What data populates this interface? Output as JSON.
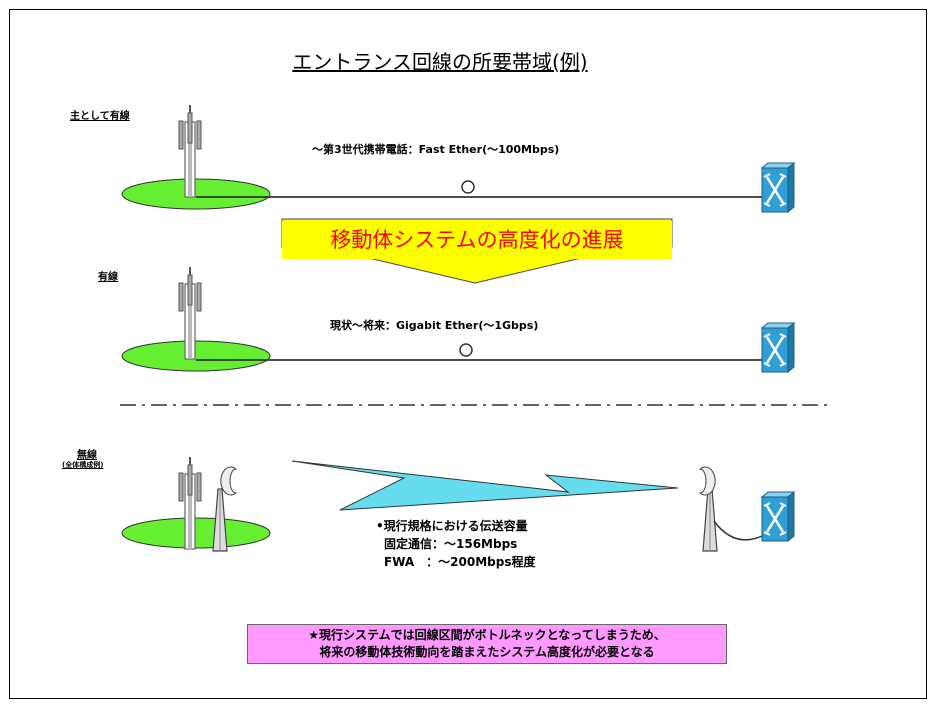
{
  "title": "エントランス回線の所要帯域(例)",
  "sections": {
    "wired_mainly": {
      "label": "主として有線",
      "link_text": "～第3世代携帯電話：Fast Ether(～100Mbps)"
    },
    "evolution_arrow": "移動体システムの高度化の進展",
    "wired": {
      "label": "有線",
      "link_text": "現状～将来：Gigabit Ether(～1Gbps)"
    },
    "wireless": {
      "label": "無線",
      "sublabel": "(全体構成例)",
      "capacity_title": "•現行規格における伝送容量",
      "capacity_lines": [
        "固定通信：～156Mbps",
        "FWA　：～200Mbps程度"
      ]
    }
  },
  "note_lines": [
    "★現行システムでは回線区間がボトルネックとなってしまうため、",
    "将来の移動体技術動向を踏まえたシステム高度化が必要となる"
  ],
  "colors": {
    "coverage_ellipse": "#66ee33",
    "switch_fill": "#33aadd",
    "lightning": "#66ddee",
    "arrow_fill": "#ffff00",
    "arrow_text": "#ff0000",
    "note_fill": "#ff99ff"
  }
}
